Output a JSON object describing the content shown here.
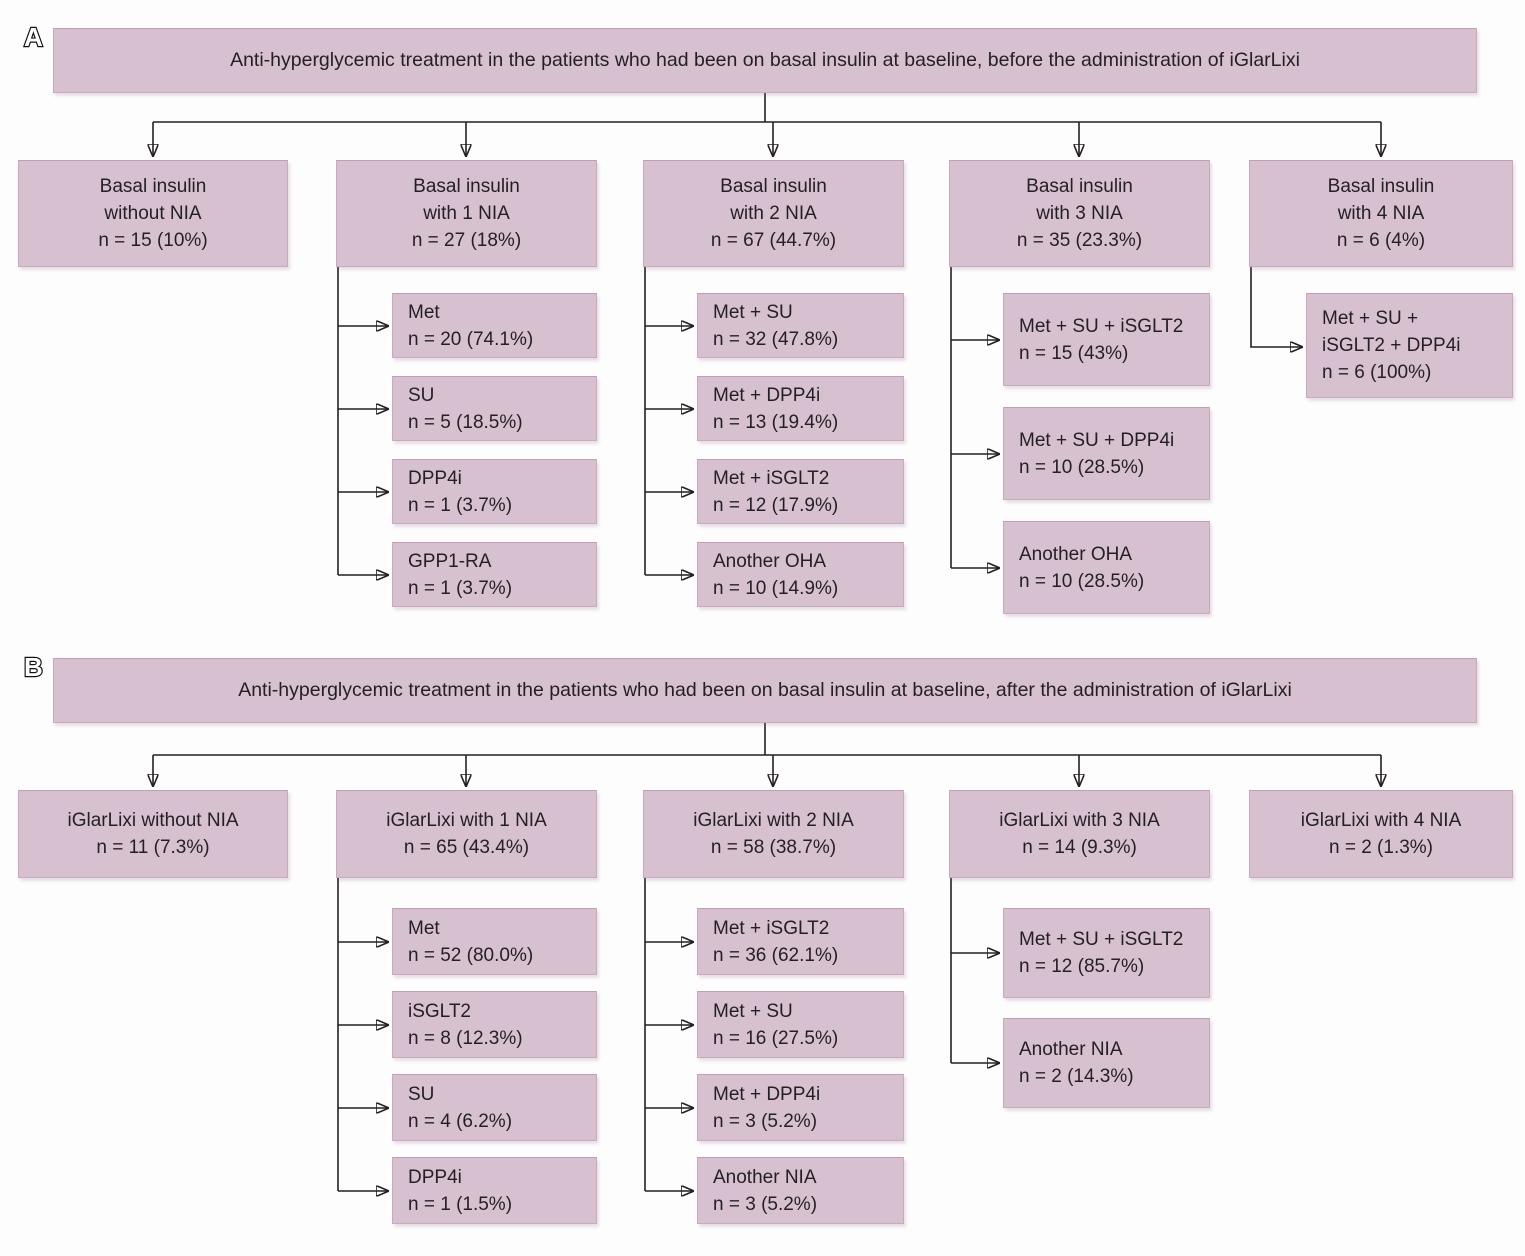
{
  "colors": {
    "box_fill": "#d7c0cf",
    "box_edge": "#c7abbc",
    "connector_line": "#241f23",
    "text": "#241f23"
  },
  "panels": [
    {
      "label": "A",
      "title": "Anti-hyperglycemic treatment in the patients who had been on basal insulin at baseline, before the administration of iGlarLixi",
      "columns": [
        {
          "head": {
            "line1": "Basal insulin",
            "line2": "without NIA",
            "count": "n = 15 (10%)"
          },
          "children": []
        },
        {
          "head": {
            "line1": "Basal insulin",
            "line2": "with 1 NIA",
            "count": "n = 27 (18%)"
          },
          "children": [
            {
              "label": "Met",
              "count": "n = 20 (74.1%)"
            },
            {
              "label": "SU",
              "count": "n = 5 (18.5%)"
            },
            {
              "label": "DPP4i",
              "count": "n = 1 (3.7%)"
            },
            {
              "label": "GPP1-RA",
              "count": "n = 1 (3.7%)"
            }
          ]
        },
        {
          "head": {
            "line1": "Basal insulin",
            "line2": "with 2 NIA",
            "count": "n = 67 (44.7%)"
          },
          "children": [
            {
              "label": "Met + SU",
              "count": "n = 32 (47.8%)"
            },
            {
              "label": "Met + DPP4i",
              "count": "n = 13 (19.4%)"
            },
            {
              "label": "Met + iSGLT2",
              "count": "n = 12 (17.9%)"
            },
            {
              "label": "Another OHA",
              "count": "n = 10 (14.9%)"
            }
          ]
        },
        {
          "head": {
            "line1": "Basal insulin",
            "line2": "with 3 NIA",
            "count": "n = 35 (23.3%)"
          },
          "children": [
            {
              "label": "Met + SU + iSGLT2",
              "count": "n = 15 (43%)"
            },
            {
              "label": "Met + SU + DPP4i",
              "count": "n = 10 (28.5%)"
            },
            {
              "label": "Another OHA",
              "count": "n = 10 (28.5%)"
            }
          ]
        },
        {
          "head": {
            "line1": "Basal insulin",
            "line2": "with 4 NIA",
            "count": "n = 6 (4%)"
          },
          "children": [
            {
              "label": "Met + SU + iSGLT2 + DPP4i",
              "count": "n = 6 (100%)"
            }
          ]
        }
      ]
    },
    {
      "label": "B",
      "title": "Anti-hyperglycemic treatment in the patients who had been on basal insulin at baseline, after the administration of iGlarLixi",
      "columns": [
        {
          "head": {
            "line1": "iGlarLixi without NIA",
            "count": "n = 11 (7.3%)"
          },
          "children": []
        },
        {
          "head": {
            "line1": "iGlarLixi with 1 NIA",
            "count": "n = 65 (43.4%)"
          },
          "children": [
            {
              "label": "Met",
              "count": "n = 52 (80.0%)"
            },
            {
              "label": "iSGLT2",
              "count": "n = 8 (12.3%)"
            },
            {
              "label": "SU",
              "count": "n = 4 (6.2%)"
            },
            {
              "label": "DPP4i",
              "count": "n = 1 (1.5%)"
            }
          ]
        },
        {
          "head": {
            "line1": "iGlarLixi with 2 NIA",
            "count": "n = 58 (38.7%)"
          },
          "children": [
            {
              "label": "Met + iSGLT2",
              "count": "n = 36 (62.1%)"
            },
            {
              "label": "Met + SU",
              "count": "n = 16 (27.5%)"
            },
            {
              "label": "Met + DPP4i",
              "count": "n = 3 (5.2%)"
            },
            {
              "label": "Another NIA",
              "count": "n = 3 (5.2%)"
            }
          ]
        },
        {
          "head": {
            "line1": "iGlarLixi with 3 NIA",
            "count": "n = 14 (9.3%)"
          },
          "children": [
            {
              "label": "Met + SU + iSGLT2",
              "count": "n = 12 (85.7%)"
            },
            {
              "label": "Another NIA",
              "count": "n = 2 (14.3%)"
            }
          ]
        },
        {
          "head": {
            "line1": "iGlarLixi with 4 NIA",
            "count": "n = 2 (1.3%)"
          },
          "children": []
        }
      ]
    }
  ]
}
